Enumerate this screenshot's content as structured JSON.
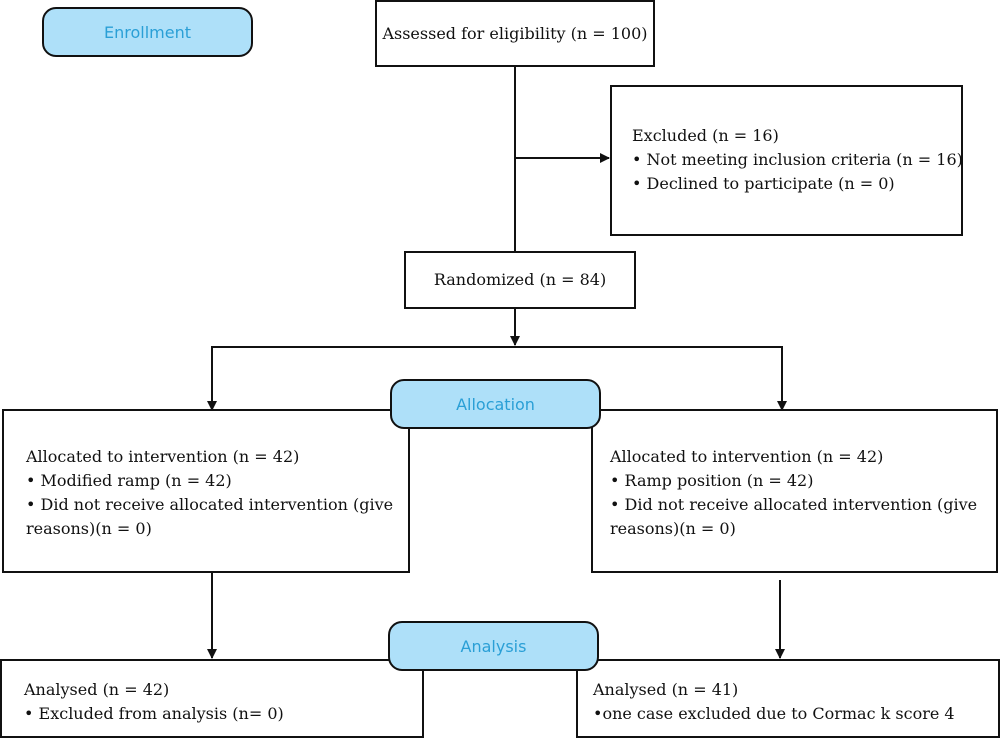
{
  "stages": {
    "enrollment": "Enrollment",
    "allocation": "Allocation",
    "analysis": "Analysis"
  },
  "assessed": "Assessed for eligibility (n = 100)",
  "excluded": {
    "title": "Excluded (n = 16)",
    "items": [
      "• Not meeting inclusion criteria (n = 16)",
      "• Declined to participate (n = 0)"
    ]
  },
  "randomized": "Randomized (n = 84)",
  "allocation_left": {
    "title": "Allocated to intervention (n = 42)",
    "item1": "• Modified ramp (n = 42)",
    "item2": "• Did not receive allocated intervention (give reasons)(n = 0)"
  },
  "allocation_right": {
    "title": "Allocated to intervention (n = 42)",
    "item1": "• Ramp position (n = 42)",
    "item2": "• Did not receive allocated intervention (give reasons)(n = 0)"
  },
  "analysis_left": {
    "title": "Analysed (n = 42)",
    "item1": "• Excluded from analysis (n= 0)"
  },
  "analysis_right": {
    "title": "Analysed (n = 41)",
    "item1": "•one case excluded due to Cormac k score 4"
  },
  "colors": {
    "stage_fill": "#aee0f9",
    "stage_text": "#2a9fd6",
    "line": "#111111"
  }
}
